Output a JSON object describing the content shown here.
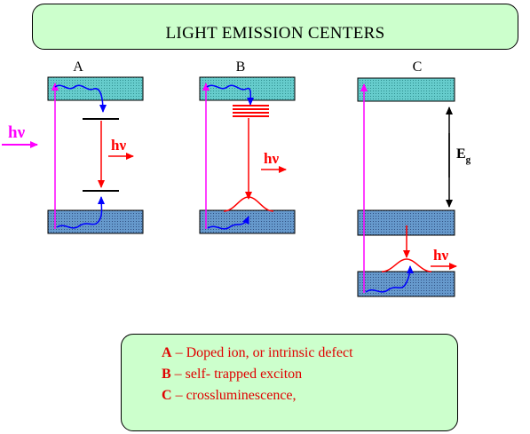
{
  "title": "LIGHT EMISSION CENTERS",
  "panels": {
    "a": {
      "label": "A"
    },
    "b": {
      "label": "B"
    },
    "c": {
      "label": "C"
    }
  },
  "labels": {
    "incident_photon": "hν",
    "emitted_photon": "hν",
    "gap_main": "E",
    "gap_sub": "g"
  },
  "legend": [
    {
      "key": "A",
      "text": " – Doped ion, or intrinsic defect"
    },
    {
      "key": "B",
      "text": " – self- trapped  exciton"
    },
    {
      "key": "C",
      "text": " – crossluminescence,"
    }
  ],
  "colors": {
    "band": "#66cccc",
    "band_lower": "#6699cc",
    "excitation": "#ff00ff",
    "emission": "#ff0000",
    "relaxation": "#0000ff",
    "legend_text": "#e00000",
    "box_fill": "#ccffcc"
  }
}
